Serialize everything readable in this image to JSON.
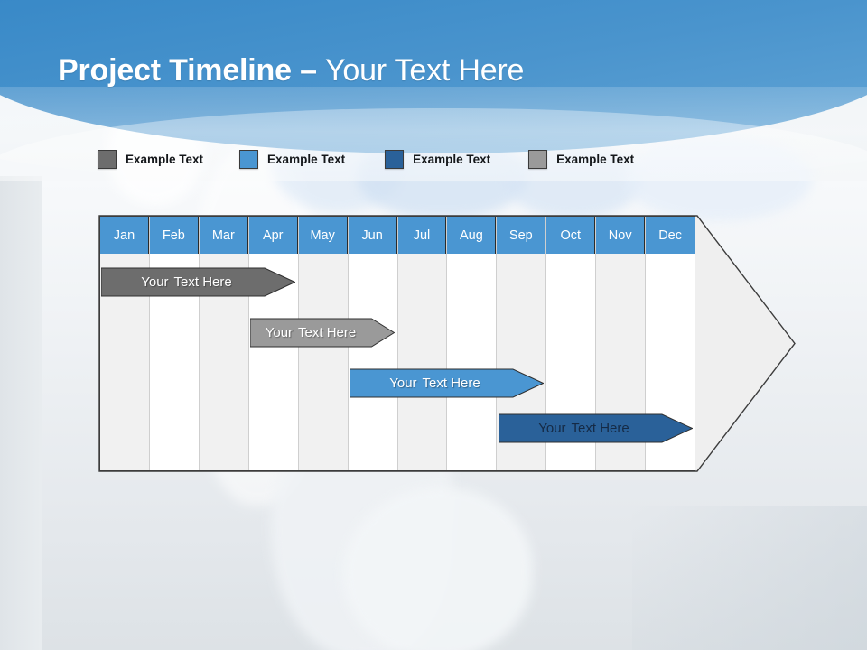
{
  "slide": {
    "title_bold": "Project Timeline",
    "title_dash": " – ",
    "title_regular": "Your Text Here"
  },
  "colors": {
    "header_blue": "#3d8cc9",
    "month_header_blue": "#4a96d2",
    "legend_dark_gray": "#6d6d6d",
    "legend_light_blue": "#4a96d2",
    "legend_dark_blue": "#2a6199",
    "legend_mid_gray": "#9a9a9a",
    "grid_alt_row": "#f1f1f1",
    "grid_border": "#3c3c3c"
  },
  "legend": {
    "items": [
      {
        "label": "Example Text",
        "color": "#6d6d6d",
        "swatch_name": "legend-swatch-gray"
      },
      {
        "label": "Example Text",
        "color": "#4a96d2",
        "swatch_name": "legend-swatch-light-blue"
      },
      {
        "label": "Example Text",
        "color": "#2a6199",
        "swatch_name": "legend-swatch-dark-blue"
      },
      {
        "label": "Example Text",
        "color": "#9a9a9a",
        "swatch_name": "legend-swatch-light-gray"
      }
    ]
  },
  "chart_data": {
    "type": "table",
    "title": "Project Timeline – Your Text Here",
    "xlabel": "",
    "ylabel": "",
    "grid": true,
    "legend_position": "top",
    "categories": [
      "Jan",
      "Feb",
      "Mar",
      "Apr",
      "May",
      "Jun",
      "Jul",
      "Aug",
      "Sep",
      "Oct",
      "Nov",
      "Dec"
    ],
    "series": [
      {
        "name": "Example Text",
        "label": "Your  Text Here",
        "color": "#6d6d6d",
        "text_color": "#ffffff",
        "start_month": "Jan",
        "end_month": "Apr",
        "start_index": 0,
        "end_index": 3,
        "row": 1
      },
      {
        "name": "Example Text",
        "label": "Your  Text Here",
        "color": "#9a9a9a",
        "text_color": "#ffffff",
        "start_month": "Apr",
        "end_month": "Jun",
        "start_index": 3,
        "end_index": 5,
        "row": 2
      },
      {
        "name": "Example Text",
        "label": "Your  Text Here",
        "color": "#4a96d2",
        "text_color": "#ffffff",
        "start_month": "Jun",
        "end_month": "Sep",
        "start_index": 5,
        "end_index": 8,
        "row": 3
      },
      {
        "name": "Example Text",
        "label": "Your  Text Here",
        "color": "#2a6199",
        "text_color": "#152a45",
        "start_month": "Sep",
        "end_month": "Dec",
        "start_index": 8,
        "end_index": 11,
        "row": 4
      }
    ]
  }
}
